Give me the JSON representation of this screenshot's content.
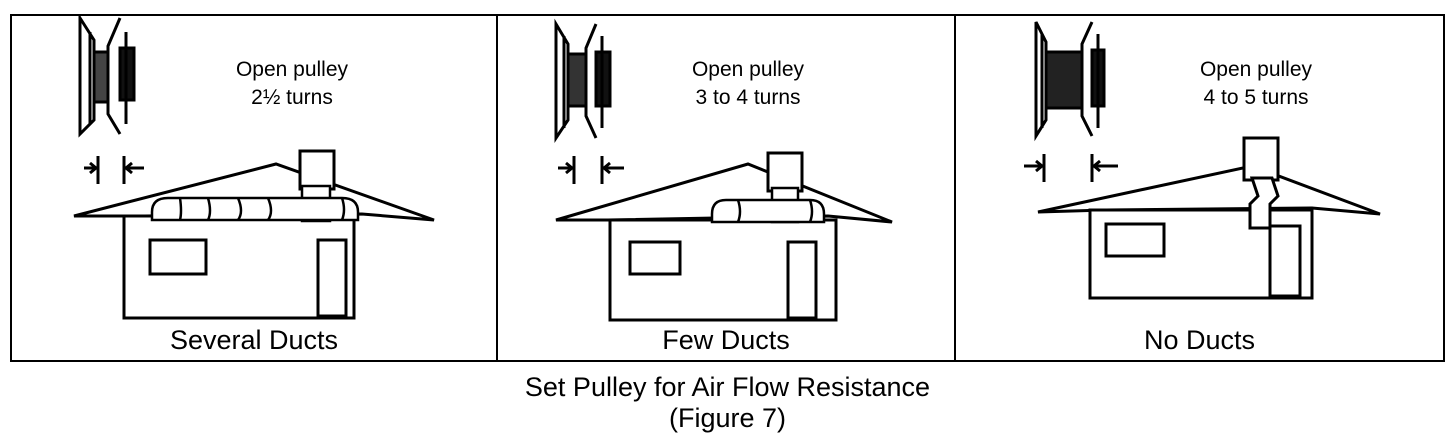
{
  "panels": [
    {
      "pulley_line1": "Open pulley",
      "pulley_line2": "2½ turns",
      "label": "Several Ducts"
    },
    {
      "pulley_line1": "Open pulley",
      "pulley_line2": "3 to 4 turns",
      "label": "Few Ducts"
    },
    {
      "pulley_line1": "Open pulley",
      "pulley_line2": "4 to 5 turns",
      "label": "No Ducts"
    }
  ],
  "caption": {
    "title": "Set Pulley for Air Flow Resistance",
    "subtitle": "(Figure 7)"
  }
}
